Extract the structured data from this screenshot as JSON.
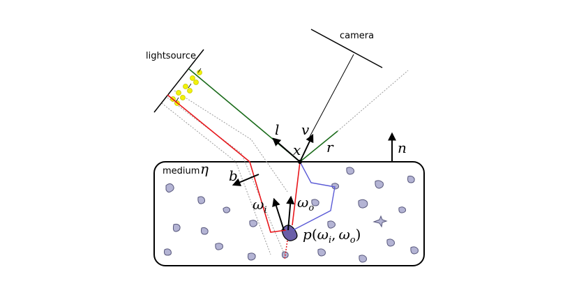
{
  "labels": {
    "lightsource": "lightsource",
    "camera": "camera",
    "medium": "medium",
    "eta": "η",
    "l": "l",
    "v": "v",
    "x": "x",
    "r": "r",
    "n": "n",
    "b": "b",
    "omega": "ω",
    "sub_i": "i",
    "sub_o": "o",
    "phase_fn": "p",
    "lparen": "(",
    "comma": ",",
    "rparen": ")"
  },
  "colors": {
    "stroke": "#000000",
    "red_ray": "#e8161b",
    "green_ray": "#1a6b1a",
    "blue_path": "#5a5ad6",
    "particle_fill": "#b4b4d4",
    "particle_stroke": "#55557a",
    "big_particle_fill": "#6a5fa8",
    "photon_yellow": "#f2f20a",
    "guide_gray": "#9a9a9a"
  }
}
